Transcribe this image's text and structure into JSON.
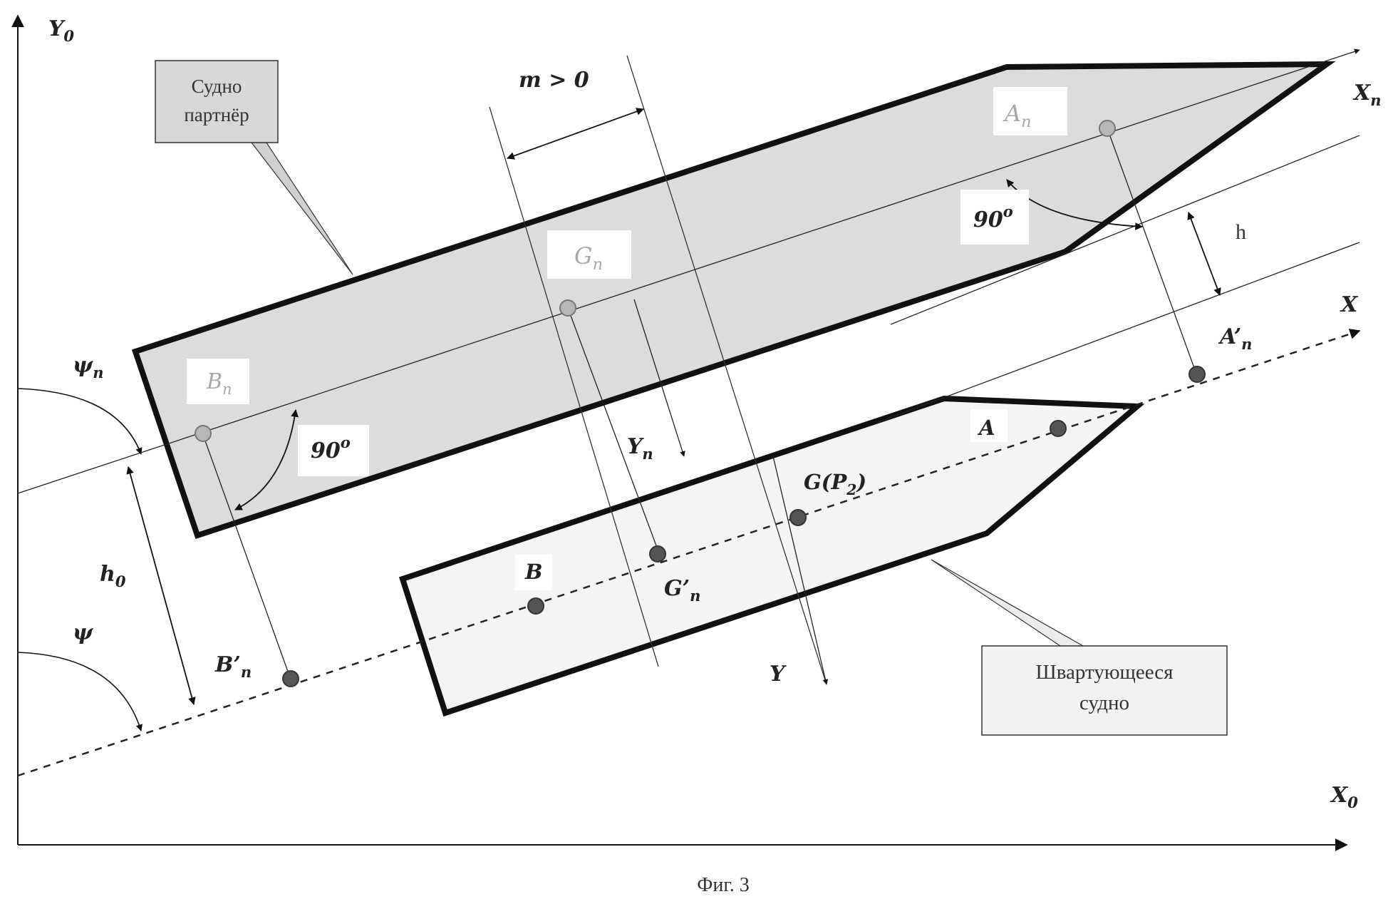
{
  "axes": {
    "y0": "Y",
    "y0_sub": "0",
    "x0": "X",
    "x0_sub": "0"
  },
  "partner_ship": {
    "callout": [
      "Судно",
      "партнёр"
    ],
    "points": {
      "A": {
        "base": "A",
        "sub": "n"
      },
      "G": {
        "base": "G",
        "sub": "n"
      },
      "B": {
        "base": "B",
        "sub": "n"
      }
    },
    "axis_x": {
      "base": "X",
      "sub": "n"
    },
    "axis_y": {
      "base": "Y",
      "sub": "n"
    }
  },
  "mooring_ship": {
    "callout": [
      "Швартующееся",
      "судно"
    ],
    "points": {
      "A": "A",
      "G": {
        "base": "G(P",
        "sub": "2",
        "tail": ")"
      },
      "B": "B"
    },
    "axis_x": "X",
    "axis_y": "Y"
  },
  "projections": {
    "A_prime": {
      "base": "A’",
      "sub": "n"
    },
    "G_prime": {
      "base": "G’",
      "sub": "n"
    },
    "B_prime": {
      "base": "B’",
      "sub": "n"
    }
  },
  "annotations": {
    "offset": "m > 0",
    "angle_right_1": {
      "base": "90",
      "sup": "o"
    },
    "angle_right_2": {
      "base": "90",
      "sup": "o"
    },
    "h": "h",
    "h0": {
      "base": "h",
      "sub": "0"
    },
    "psi_n": {
      "base": "ψ",
      "sub": "n"
    },
    "psi": "ψ"
  },
  "caption": "Фиг. 3",
  "colors": {
    "partner_fill": "#dcdcdc",
    "mooring_fill": "#f4f4f4",
    "hull_stroke": "#111111",
    "partner_point": "#b8b8b8",
    "mooring_point": "#555555"
  }
}
